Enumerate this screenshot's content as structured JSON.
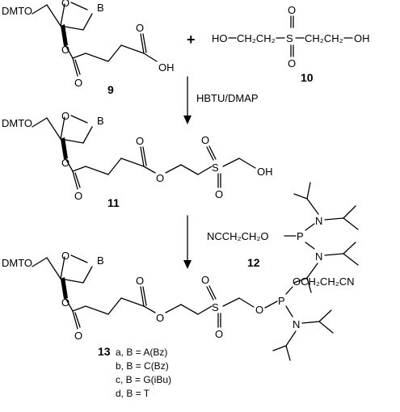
{
  "atoms": {
    "dmto": "DMTO",
    "base": "B",
    "o": "O",
    "oh": "OH",
    "ho": "HO",
    "s": "S",
    "p": "P",
    "n": "N",
    "cn": "CN"
  },
  "fragments": {
    "ch2ch2_left": "CH₂CH₂",
    "ch2ch2_right": "CH₂CH₂",
    "cyanoethoxy_left": "NCCH₂CH₂O",
    "cyanoethoxy_right": "OCH₂CH₂CN"
  },
  "plus": "+",
  "reagent": "HBTU/DMAP",
  "compounds": {
    "c9": "9",
    "c10": "10",
    "c11": "11",
    "c12": "12",
    "c13": "13"
  },
  "variants": [
    "a, B = A(Bz)",
    "b, B = C(Bz)",
    "c, B = G(iBu)",
    "d, B = T"
  ]
}
